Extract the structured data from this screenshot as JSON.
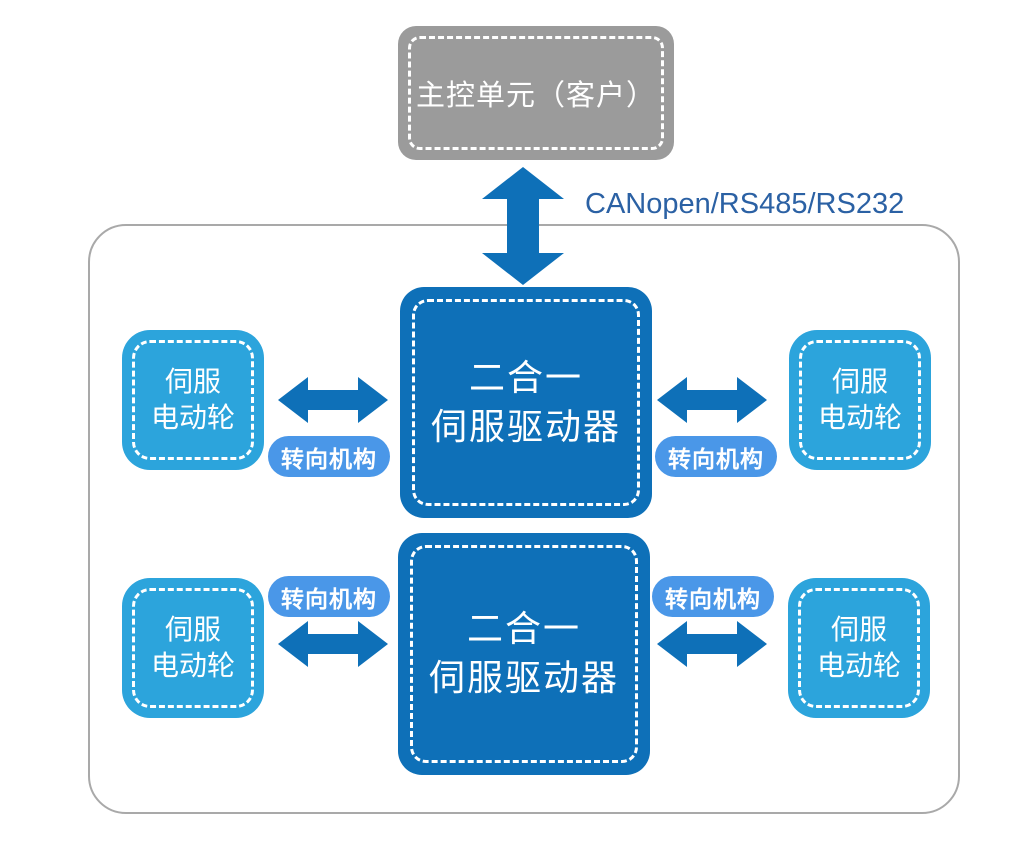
{
  "diagram": {
    "master_unit": {
      "label": "主控单元（客户）"
    },
    "bus_label": "CANopen/RS485/RS232",
    "drivers": {
      "top": {
        "line1": "二合一",
        "line2": "伺服驱动器"
      },
      "bottom": {
        "line1": "二合一",
        "line2": "伺服驱动器"
      }
    },
    "wheels": {
      "top_left": {
        "line1": "伺服",
        "line2": "电动轮"
      },
      "top_right": {
        "line1": "伺服",
        "line2": "电动轮"
      },
      "bottom_left": {
        "line1": "伺服",
        "line2": "电动轮"
      },
      "bottom_right": {
        "line1": "伺服",
        "line2": "电动轮"
      }
    },
    "steering": {
      "top_left": "转向机构",
      "top_right": "转向机构",
      "bottom_left": "转向机构",
      "bottom_right": "转向机构"
    },
    "colors": {
      "driver_blue": "#0e70b8",
      "wheel_blue": "#2ca4dc",
      "pill_blue": "#4a97e8",
      "arrow_blue": "#0e70b8",
      "master_gray": "#9b9b9b",
      "frame_border_gray": "#a9a9a9",
      "bus_text_blue": "#2b61a4",
      "box_text": "#ffffff"
    }
  }
}
